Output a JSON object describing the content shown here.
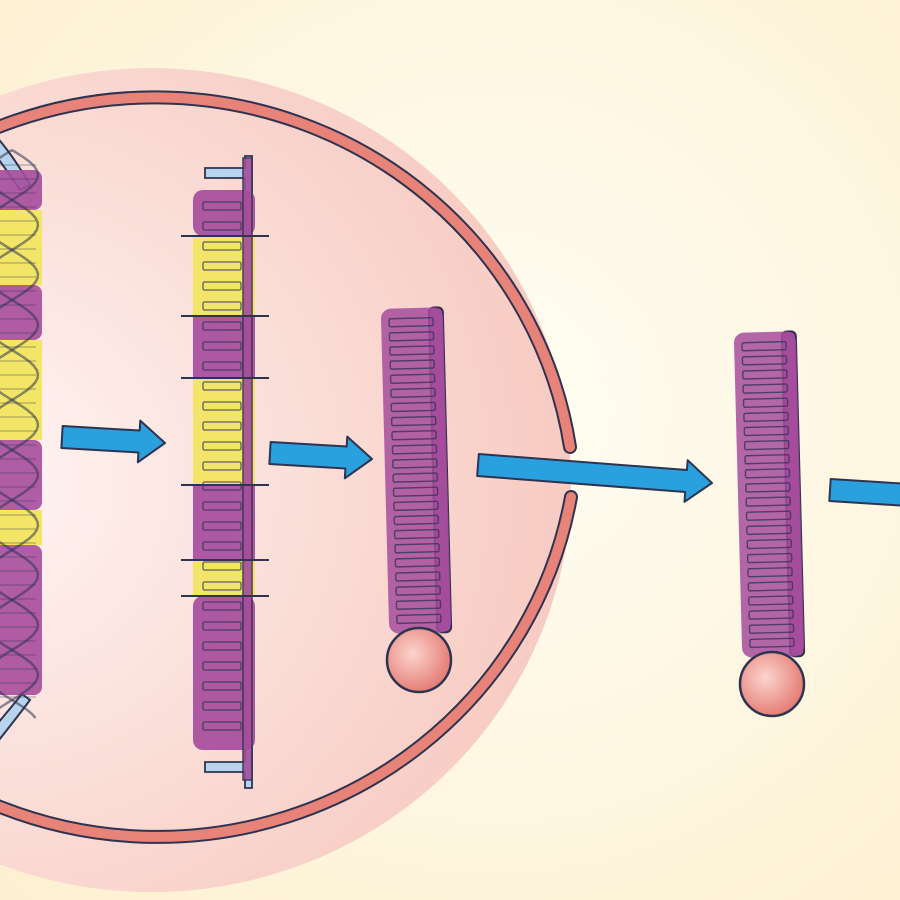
{
  "diagram": {
    "description_text": "",
    "colors": {
      "background": "#FDF3D9",
      "nucleus_fill": "#F9D0C8",
      "nucleus_border": "#E8837A",
      "outline": "#2E3350",
      "dna_backbone": "#B7D4EC",
      "exon": "#A64C9C",
      "intron": "#F2E55F",
      "arrow": "#2AA1DE",
      "cap": "#E88E86"
    },
    "stages": [
      {
        "id": "dna",
        "icon": "dna-double-helix-icon"
      },
      {
        "id": "pre-mrna",
        "icon": "pre-mrna-strand-icon"
      },
      {
        "id": "mature-mrna",
        "icon": "capped-mrna-icon"
      },
      {
        "id": "cytoplasmic-mrna",
        "icon": "capped-mrna-icon"
      }
    ]
  }
}
